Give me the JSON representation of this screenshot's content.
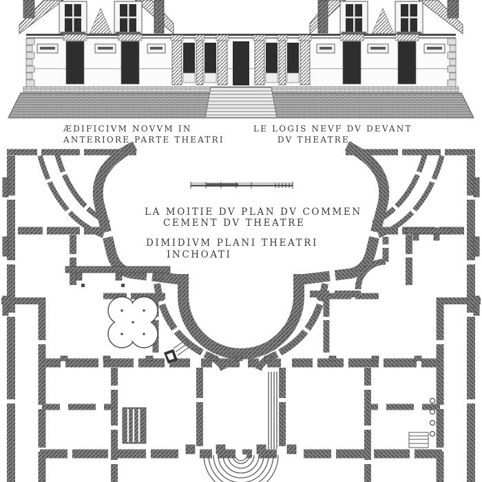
{
  "artwork": {
    "kind": "architectural engraving (elevation above, half floor plan below)",
    "captions": {
      "elevation_latin_line1": "ÆDIFICIVM NOVVM IN",
      "elevation_latin_line2": "ANTERIORE PARTE THEATRI",
      "elevation_french_line1": "LE LOGIS NEVF DV DEVANT",
      "elevation_french_line2": "DV THEATRE.",
      "plan_french_line1": "LA MOITIE DV PLAN DV COMMEN",
      "plan_french_line2": "CEMENT DV THEATRE",
      "plan_latin_line1": "DIMIDIVM PLANI THEATRI",
      "plan_latin_line2": "INCHOATI"
    },
    "colors": {
      "paper": "#ffffff",
      "ink": "#2f2f2f",
      "wall_hatch": "#8f8f8f",
      "opening_dark": "#2e2e2e",
      "caption_ink": "#3a3a3a"
    },
    "features": [
      "facade-elevation",
      "dormer-windows",
      "colonnade",
      "entrance-steps",
      "scale-bar",
      "forecourt-curved-galleries",
      "horseshoe-court",
      "quatrefoil-room",
      "orchestra-step-fan"
    ]
  }
}
